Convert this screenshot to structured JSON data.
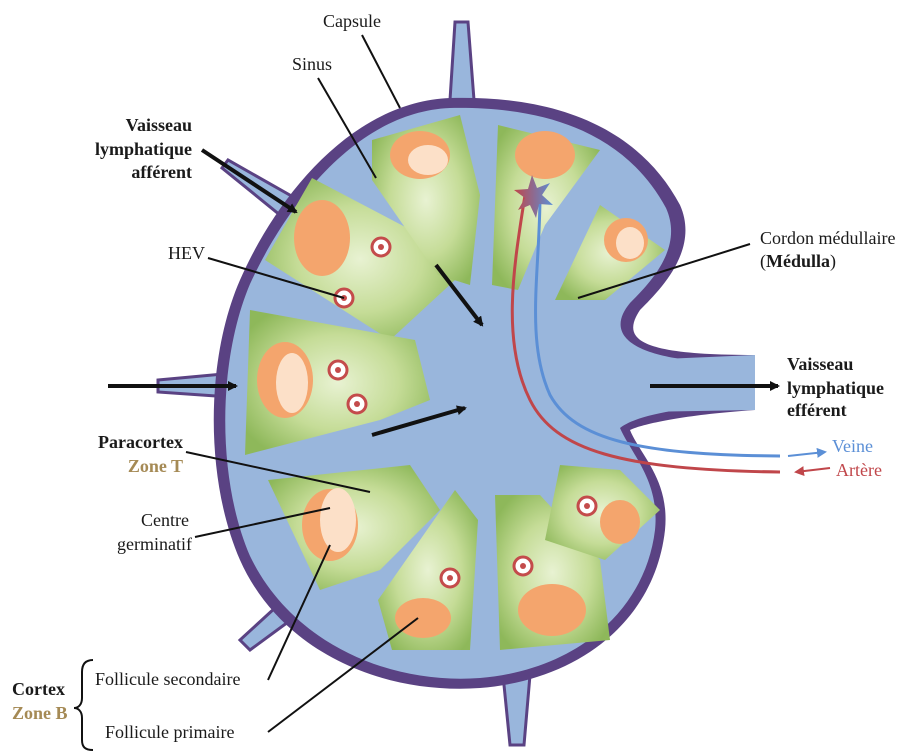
{
  "labels": {
    "capsule": "Capsule",
    "sinus": "Sinus",
    "afferent_line1": "Vaisseau",
    "afferent_line2": "lymphatique",
    "afferent_line3": "afférent",
    "hev": "HEV",
    "cordon_line1": "Cordon médullaire",
    "cordon_line2_open": "(",
    "cordon_line2_bold": "Médulla",
    "cordon_line2_close": ")",
    "efferent_line1": "Vaisseau",
    "efferent_line2": "lymphatique",
    "efferent_line3": "efférent",
    "veine": "Veine",
    "artere": "Artère",
    "paracortex": "Paracortex",
    "paracortex_zone": "Zone T",
    "centre_line1": "Centre",
    "centre_line2": "germinatif",
    "cortex": "Cortex",
    "cortex_zone": "Zone B",
    "follicule_secondaire": "Follicule secondaire",
    "follicule_primaire": "Follicule primaire"
  },
  "colors": {
    "capsule": "#5a4283",
    "sinus": "#99b6dc",
    "cortex_green": "#8eb85a",
    "paracortex_light": "#e3efcc",
    "follicle_orange": "#f4a56d",
    "germinal_center": "#fce0c8",
    "hev_ring": "#c44b4b",
    "artery": "#c0464a",
    "vein": "#5b8fd6",
    "arrow": "#111111"
  }
}
